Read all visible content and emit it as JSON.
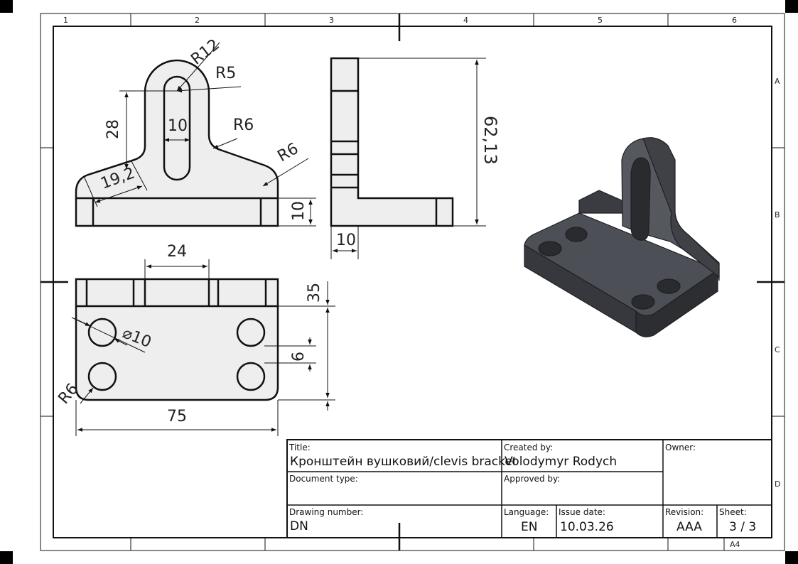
{
  "grid": {
    "columns": [
      "1",
      "2",
      "3",
      "4",
      "5",
      "6"
    ],
    "rows": [
      "A",
      "B",
      "C",
      "D"
    ],
    "paper_size": "A4"
  },
  "dimensions": {
    "r12": "R12",
    "r5": "R5",
    "d28": "28",
    "d10_slot": "10",
    "r6_neck": "R6",
    "r6_base": "R6",
    "d19_2": "19,2",
    "d10_base": "10",
    "d62_13": "62,13",
    "d10_side": "10",
    "d24": "24",
    "d35": "35",
    "dia10": "⌀10",
    "d6": "6",
    "r6_corner": "R6",
    "d75": "75"
  },
  "title_block": {
    "title_label": "Title:",
    "title_value": "Кронштейн вушковий/clevis bracket",
    "created_label": "Created by:",
    "created_value": "Volodymyr Rodych",
    "owner_label": "Owner:",
    "doctype_label": "Document type:",
    "approved_label": "Approved by:",
    "drawing_number_label": "Drawing number:",
    "drawing_number_value": "DN",
    "language_label": "Language:",
    "language_value": "EN",
    "issue_date_label": "Issue date:",
    "issue_date_value": "10.03.26",
    "revision_label": "Revision:",
    "revision_value": "AAA",
    "sheet_label": "Sheet:",
    "sheet_value": "3 / 3"
  },
  "colors": {
    "line": "#111111",
    "part_fill": "#eeeeef",
    "iso_dark": "#3b3d42",
    "iso_mid": "#4a4c52",
    "iso_light": "#5b5e65"
  }
}
